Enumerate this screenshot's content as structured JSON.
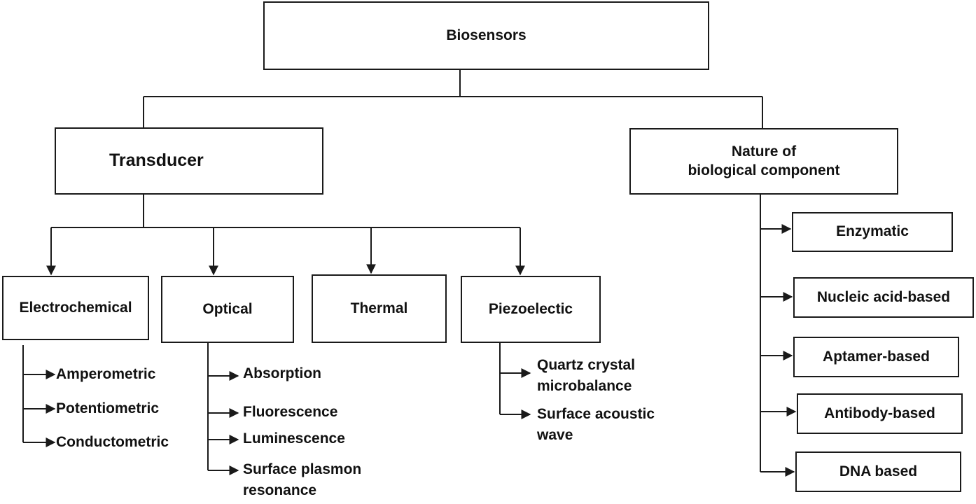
{
  "root": {
    "label": "Biosensors"
  },
  "transducer": {
    "label": "Transducer",
    "types": [
      {
        "label": "Electrochemical",
        "items": [
          "Amperometric",
          "Potentiometric",
          "Conductometric"
        ]
      },
      {
        "label": "Optical",
        "items": [
          "Absorption",
          "Fluorescence",
          "Luminescence",
          "Surface plasmon resonance"
        ]
      },
      {
        "label": "Thermal",
        "items": []
      },
      {
        "label": "Piezoelectic",
        "items": [
          "Quartz crystal microbalance",
          "Surface acoustic wave"
        ]
      }
    ]
  },
  "biological": {
    "label_line1": "Nature of",
    "label_line2": "biological component",
    "items": [
      "Enzymatic",
      "Nucleic acid-based",
      "Aptamer-based",
      "Antibody-based",
      "DNA based"
    ]
  }
}
